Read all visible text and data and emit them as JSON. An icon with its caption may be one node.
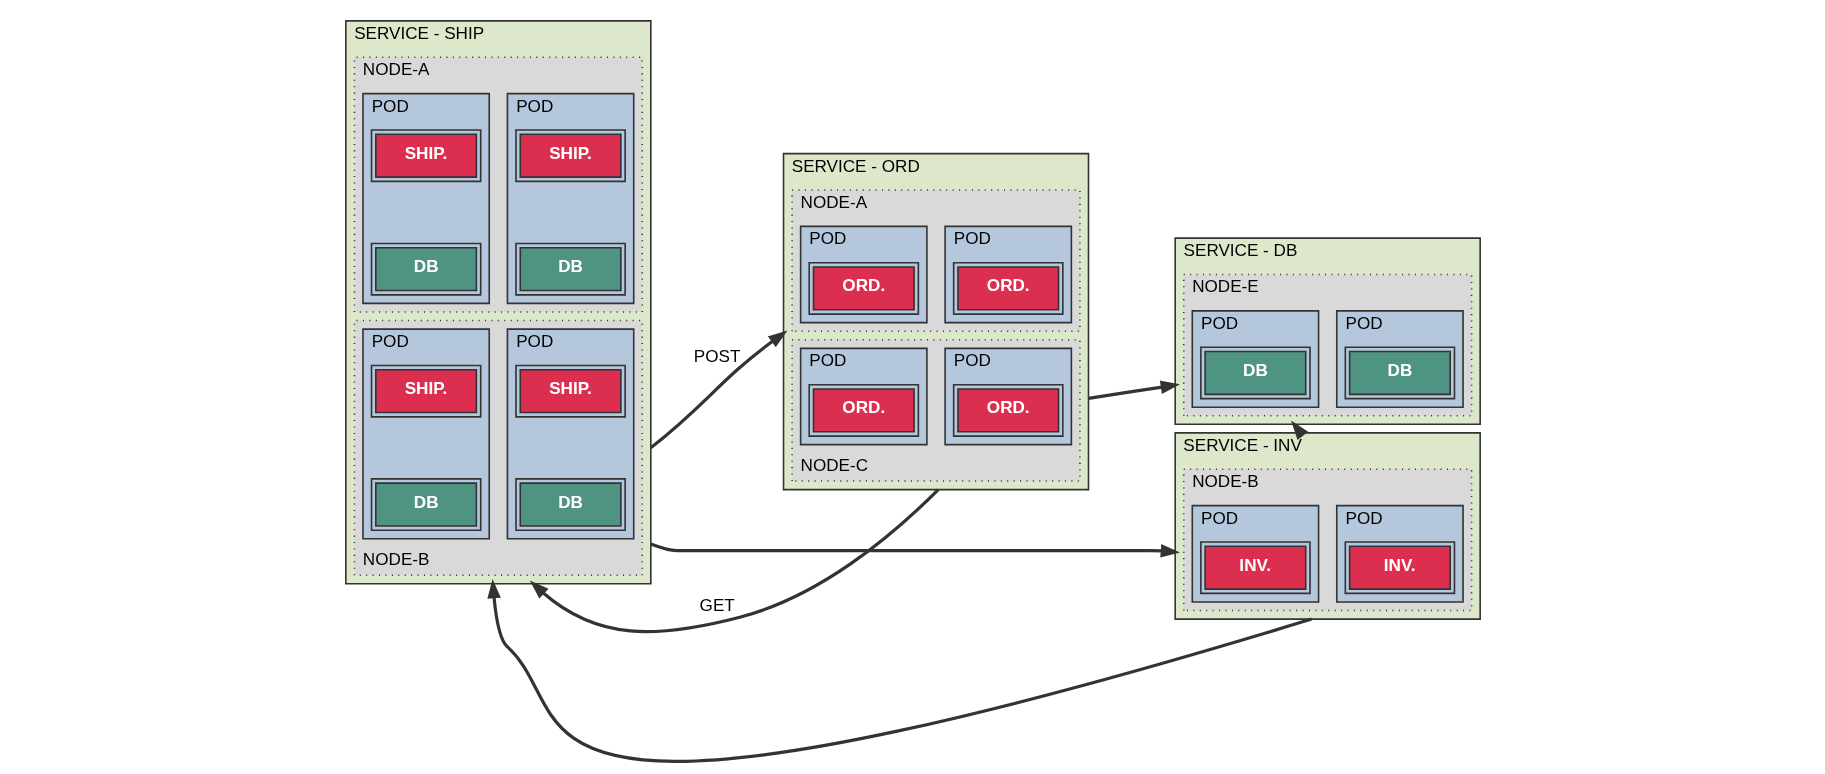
{
  "diagram": {
    "nodes": [
      {
        "text": [
          "SERVICE - SHIP"
        ]
      },
      {
        "text": [
          "NODE-A"
        ],
        "in": 0
      },
      {
        "text": [
          "POD"
        ],
        "in": 1
      },
      {
        "text": [
          "SHIP."
        ],
        "in": 2
      },
      {
        "text": [
          "DB"
        ],
        "in": 2
      },
      {
        "text": [
          "POD"
        ],
        "in": 1
      },
      {
        "text": [
          "SHIP."
        ],
        "in": 5
      },
      {
        "text": [
          "DB"
        ],
        "in": 5
      },
      {
        "text": [
          "NODE-B"
        ],
        "in": 0
      },
      {
        "text": [
          "POD"
        ],
        "in": 8
      },
      {
        "text": [
          "SHIP."
        ],
        "in": 9
      },
      {
        "text": [
          "DB"
        ],
        "in": 9
      },
      {
        "text": [
          "POD"
        ],
        "in": 8
      },
      {
        "text": [
          "SHIP."
        ],
        "in": 12
      },
      {
        "text": [
          "DB"
        ],
        "in": 12
      },
      {
        "text": [
          "SERVICE - ORD"
        ]
      },
      {
        "text": [
          "NODE-A"
        ],
        "in": 15
      },
      {
        "text": [
          "POD"
        ],
        "in": 16
      },
      {
        "text": [
          "ORD."
        ],
        "in": 17
      },
      {
        "text": [
          "POD"
        ],
        "in": 16
      },
      {
        "text": [
          "ORD."
        ],
        "in": 19
      },
      {
        "text": [
          "NODE-C"
        ],
        "in": 15
      },
      {
        "text": [
          "POD"
        ],
        "in": 21
      },
      {
        "text": [
          "ORD."
        ],
        "in": 22
      },
      {
        "text": [
          "POD"
        ],
        "in": 21
      },
      {
        "text": [
          "ORD."
        ],
        "in": 24
      },
      {
        "text": [
          "SERVICE - DB"
        ]
      },
      {
        "text": [
          "NODE-E"
        ],
        "in": 26
      },
      {
        "text": [
          "POD"
        ],
        "in": 27
      },
      {
        "text": [
          "DB"
        ],
        "in": 28
      },
      {
        "text": [
          "POD"
        ],
        "in": 27
      },
      {
        "text": [
          "DB"
        ],
        "in": 30
      },
      {
        "text": [
          "SERVICE - INV"
        ]
      },
      {
        "text": [
          "NODE-B"
        ],
        "in": 32
      },
      {
        "text": [
          "POD"
        ],
        "in": 33
      },
      {
        "text": [
          "INV."
        ],
        "in": 34
      },
      {
        "text": [
          "POD"
        ],
        "in": 33
      },
      {
        "text": [
          "INV."
        ],
        "in": 36
      }
    ],
    "edges": [
      {
        "from": 0,
        "to": 15,
        "arrow": "to",
        "label": "POST"
      },
      {
        "from": 15,
        "to": 0,
        "arrow": "to",
        "label": "GET"
      },
      {
        "from": 15,
        "to": 26,
        "arrow": "to"
      },
      {
        "from": 32,
        "to": 26,
        "arrow": "to"
      },
      {
        "from": 0,
        "to": 32,
        "arrow": "to"
      },
      {
        "from": 32,
        "to": 0,
        "arrow": "to"
      }
    ]
  }
}
